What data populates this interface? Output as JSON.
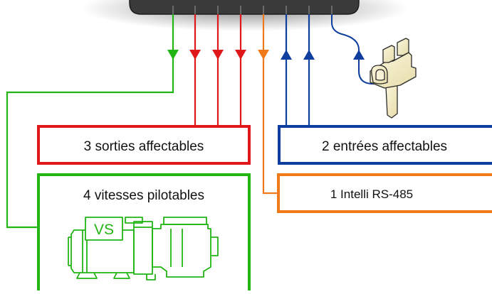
{
  "boxes": {
    "outputs_label": "3 sorties affectables",
    "inputs_label": "2 entrées affectables",
    "speeds_label": "4 vitesses pilotables",
    "intelli_label": "1 Intelli RS-485"
  },
  "pump": {
    "badge": "VS"
  },
  "colors": {
    "device": "#3a3a3a",
    "green": "#22b514",
    "red": "#e0181c",
    "orange": "#f07a1a",
    "blue": "#0e3e9e",
    "sensor": "#f4eec9"
  },
  "icons": {
    "controller": "controller-body",
    "sensor": "flow-sensor-icon",
    "pump": "variable-speed-pump-icon"
  }
}
